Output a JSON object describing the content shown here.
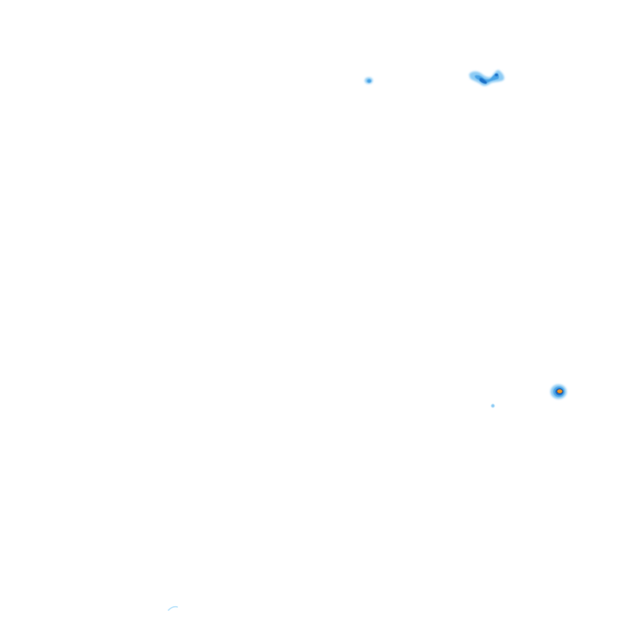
{
  "map": {
    "type": "weather-radar-overlay",
    "background_color": "#ffffff",
    "precipitation_palette": {
      "very_light": "#b9e3fb",
      "light": "#8ccbf4",
      "moderate": "#4aa3e6",
      "heavy": "#1f6fc7",
      "very_heavy": "#f0911e",
      "outline": "#2a4f8a"
    },
    "cells": [
      {
        "id": "cell-north-small",
        "intensity": "light"
      },
      {
        "id": "cell-north-cluster",
        "intensity": "moderate"
      },
      {
        "id": "cell-east-storm",
        "intensity": "very_heavy"
      },
      {
        "id": "cell-east-speck",
        "intensity": "very_light"
      },
      {
        "id": "cell-south-west-fragment",
        "intensity": "very_light"
      }
    ]
  }
}
